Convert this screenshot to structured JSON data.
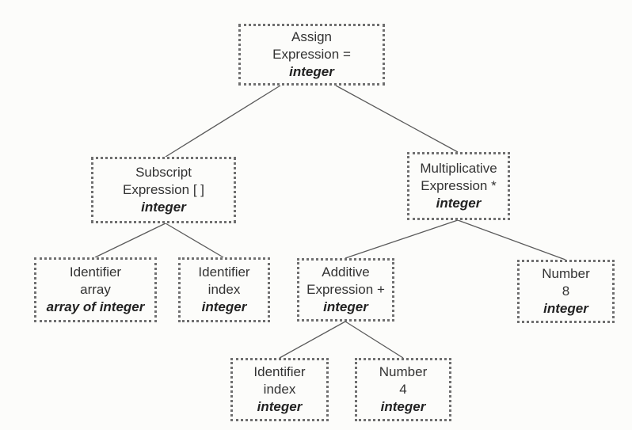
{
  "nodes": {
    "assign": {
      "line1": "Assign",
      "line2": "Expression =",
      "type": "integer"
    },
    "subscript": {
      "line1": "Subscript",
      "line2": "Expression [ ]",
      "type": "integer"
    },
    "multiplicative": {
      "line1": "Multiplicative",
      "line2": "Expression *",
      "type": "integer"
    },
    "identifier_array": {
      "line1": "Identifier",
      "line2": "array",
      "type": "array of integer"
    },
    "identifier_index_1": {
      "line1": "Identifier",
      "line2": "index",
      "type": "integer"
    },
    "additive": {
      "line1": "Additive",
      "line2": "Expression +",
      "type": "integer"
    },
    "number_8": {
      "line1": "Number",
      "line2": "8",
      "type": "integer"
    },
    "identifier_index_2": {
      "line1": "Identifier",
      "line2": "index",
      "type": "integer"
    },
    "number_4": {
      "line1": "Number",
      "line2": "4",
      "type": "integer"
    }
  }
}
